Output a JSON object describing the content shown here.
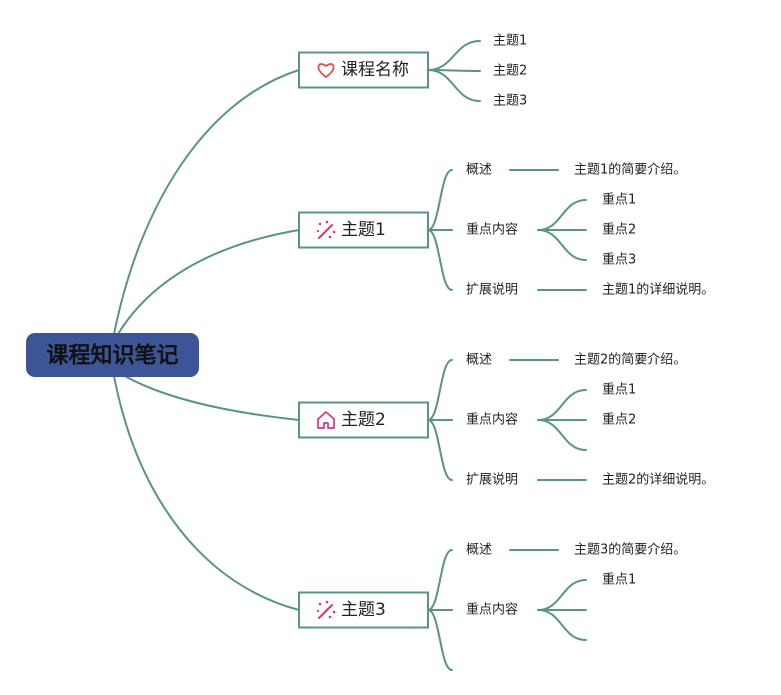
{
  "colors": {
    "edge": "#5b9580",
    "root_fill": "#3d5496",
    "root_text": "#111111",
    "box_border": "#5b9580",
    "icon_heart": "#e0524d",
    "icon_magic": "#e0347a",
    "icon_home": "#e0347a"
  },
  "root": {
    "label": "课程知识笔记"
  },
  "branches": [
    {
      "label": "课程名称",
      "icon": "heart-icon",
      "children": [
        {
          "label": "主题1"
        },
        {
          "label": "主题2"
        },
        {
          "label": "主题3"
        }
      ]
    },
    {
      "label": "主题1",
      "icon": "magic-wand-icon",
      "children": [
        {
          "label": "概述",
          "children": [
            {
              "label": "主题1的简要介绍。"
            }
          ]
        },
        {
          "label": "重点内容",
          "children": [
            {
              "label": "重点1"
            },
            {
              "label": "重点2"
            },
            {
              "label": "重点3"
            }
          ]
        },
        {
          "label": "扩展说明",
          "children": [
            {
              "label": "主题1的详细说明。"
            }
          ]
        }
      ]
    },
    {
      "label": "主题2",
      "icon": "home-icon",
      "children": [
        {
          "label": "概述",
          "children": [
            {
              "label": "主题2的简要介绍。"
            }
          ]
        },
        {
          "label": "重点内容",
          "children": [
            {
              "label": "重点1"
            },
            {
              "label": "重点2"
            },
            {
              "label": ""
            }
          ]
        },
        {
          "label": "扩展说明",
          "children": [
            {
              "label": "主题2的详细说明。"
            }
          ]
        }
      ]
    },
    {
      "label": "主题3",
      "icon": "magic-wand-icon",
      "children": [
        {
          "label": "概述",
          "children": [
            {
              "label": "主题3的简要介绍。"
            }
          ]
        },
        {
          "label": "重点内容",
          "children": [
            {
              "label": "重点1"
            },
            {
              "label": ""
            },
            {
              "label": ""
            }
          ]
        },
        {
          "label": ""
        }
      ]
    }
  ]
}
